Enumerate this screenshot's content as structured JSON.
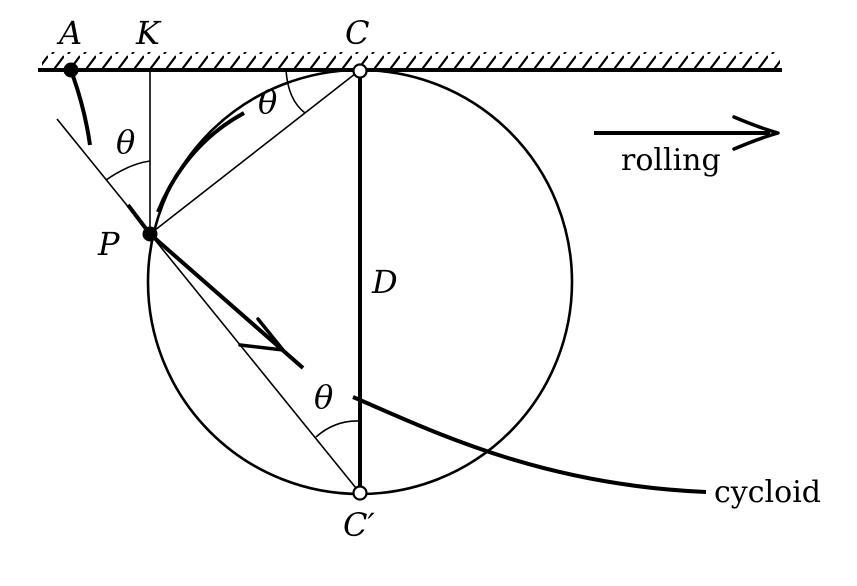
{
  "labels": {
    "A": "A",
    "K": "K",
    "C": "C",
    "C_prime": "C′",
    "P": "P",
    "D": "D",
    "theta_left": "θ",
    "theta_top": "θ",
    "theta_bottom": "θ",
    "rolling": "rolling",
    "cycloid": "cycloid"
  },
  "colors": {
    "ink": "#000000",
    "paper": "#ffffff"
  }
}
